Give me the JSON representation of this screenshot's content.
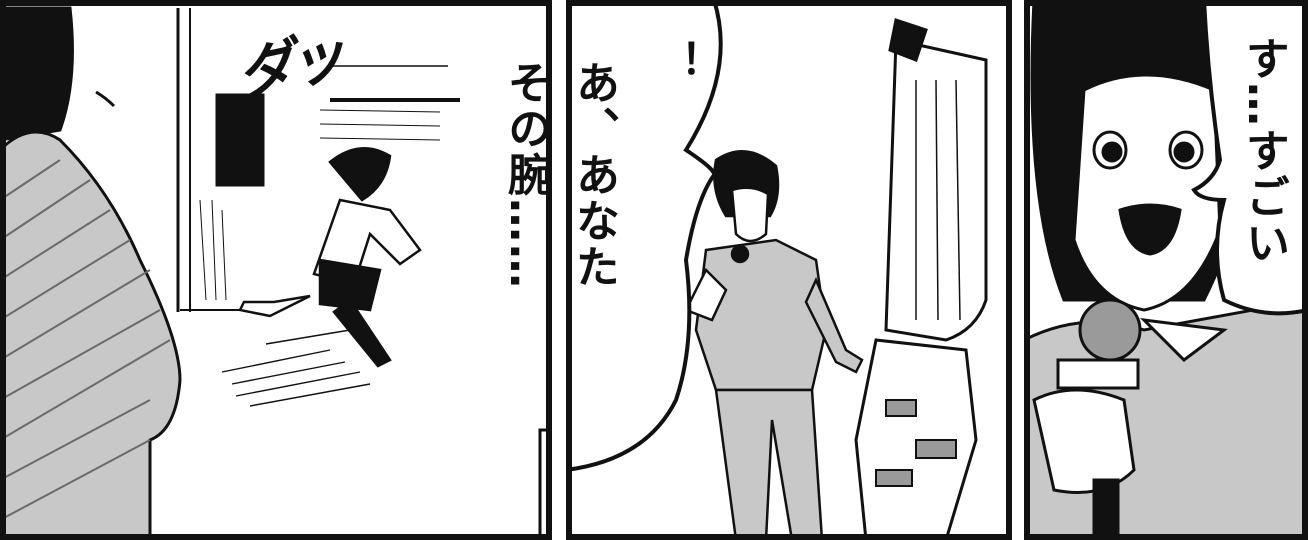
{
  "sfx": {
    "dash": "ダッ"
  },
  "balloons": {
    "center_col1": "あ、あなた",
    "center_col2": "その腕……",
    "center_exclaim": "！",
    "right": "す…すごい"
  },
  "colors": {
    "ink": "#111111",
    "tone": "#9a9a9a",
    "tone_light": "#c8c8c8",
    "paper": "#ffffff"
  }
}
